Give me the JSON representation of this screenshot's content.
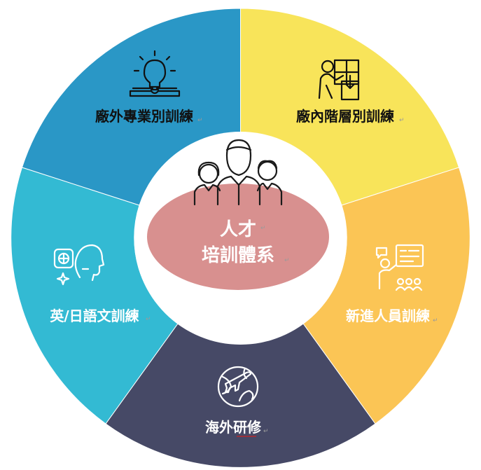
{
  "diagram": {
    "center": {
      "line1": "人才",
      "line2": "培訓體系",
      "oval_color": "#d8908f",
      "text_color": "#ffffff"
    },
    "segments": [
      {
        "id": "external",
        "label": "廠外專業別訓練",
        "color": "#f8e45a",
        "text_color": "#111111",
        "icon": "lightbulb-book-icon"
      },
      {
        "id": "internal",
        "label": "廠內階層別訓練",
        "color": "#fbc555",
        "text_color": "#111111",
        "icon": "puzzle-person-icon"
      },
      {
        "id": "newhire",
        "label": "新進人員訓練",
        "color": "#2a97c6",
        "text_color": "#ffffff",
        "icon": "presenter-audience-icon"
      },
      {
        "id": "overseas",
        "label": "海外研修",
        "color": "#464966",
        "text_color": "#ffffff",
        "icon": "globe-plane-icon"
      },
      {
        "id": "language",
        "label": "英/日語文訓練",
        "color": "#33bad3",
        "text_color": "#ffffff",
        "icon": "speaking-person-icon"
      }
    ],
    "text_marker": "↵",
    "center_icon": "team-people-icon"
  }
}
